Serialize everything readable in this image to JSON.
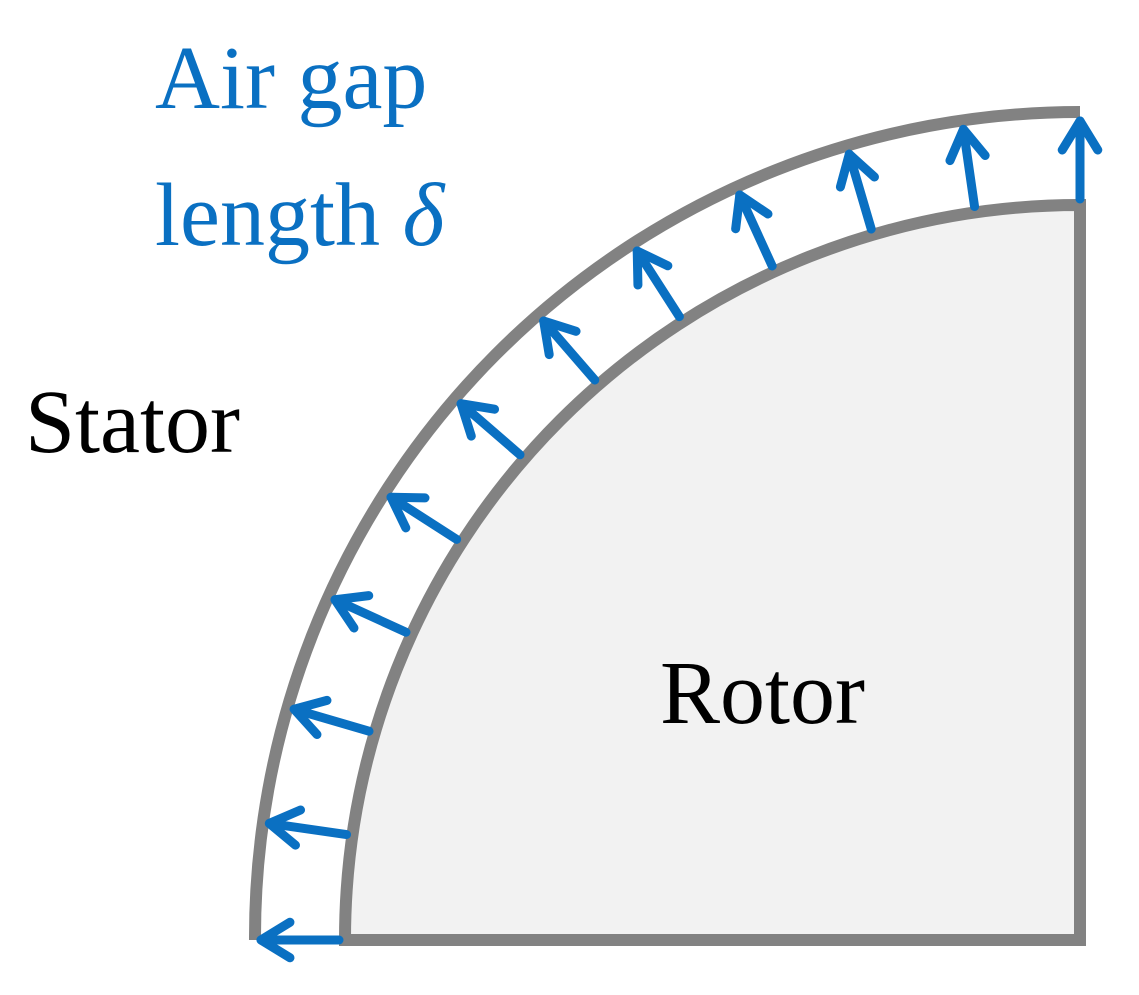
{
  "labels": {
    "air_gap_line1": "Air gap",
    "air_gap_line2_prefix": "length ",
    "air_gap_symbol": "δ",
    "stator": "Stator",
    "rotor": "Rotor"
  },
  "colors": {
    "outline": "#828282",
    "rotor_fill": "#f2f2f2",
    "arrow": "#0a70c2",
    "air_gap_text": "#0a70c2",
    "label_text": "#000000",
    "background": "#ffffff"
  },
  "arrows": {
    "count": 12
  }
}
